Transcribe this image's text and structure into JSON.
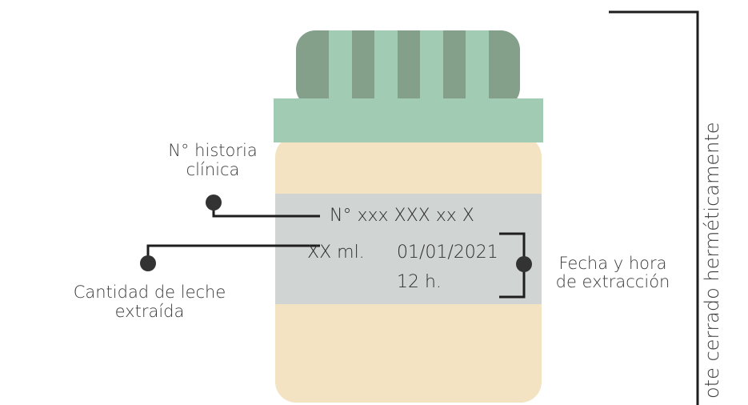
{
  "labels": {
    "historia": "N° historia clínica",
    "historia_line1": "N° historia",
    "historia_line2": "clínica",
    "cantidad_line1": "Cantidad de leche",
    "cantidad_line2": "extraída",
    "fecha_line1": "Fecha y hora",
    "fecha_line2": "de extracción",
    "bote": "ote cerrado herméticamente"
  },
  "jar_label": {
    "id_text": "N° xxx XXX xx X",
    "volume": "XX ml.",
    "date": "01/01/2021",
    "time": "12 h."
  },
  "colors": {
    "jar_body": "#f3e3c3",
    "jar_label_band": "#d0d4d3",
    "lid_band": "#a1cbb3",
    "lid_dark": "#84a08b",
    "lid_light_stripes": "#a1cbb3",
    "lines": "#1e1e1e",
    "text": "#3a3a3a"
  }
}
